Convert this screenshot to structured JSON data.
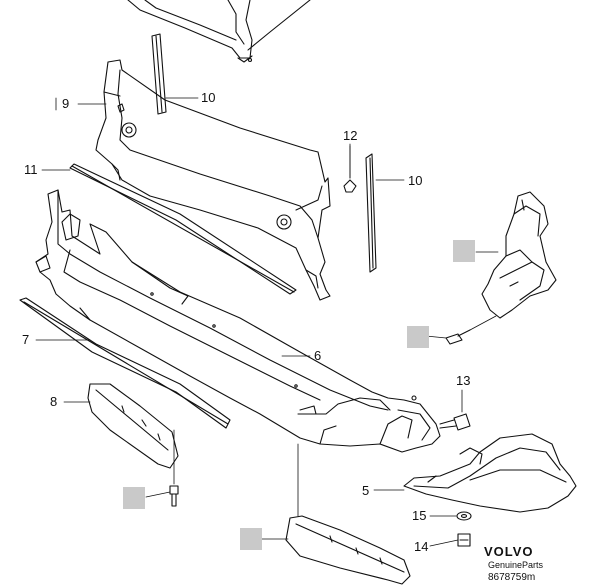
{
  "callouts": {
    "part_9": "9",
    "part_10_top": "10",
    "part_10_right": "10",
    "part_11": "11",
    "part_12": "12",
    "part_7": "7",
    "part_6": "6",
    "part_8": "8",
    "part_13": "13",
    "part_5": "5",
    "part_15": "15",
    "part_14": "14"
  },
  "brand": {
    "name": "VOLVO",
    "tagline": "GenuineParts",
    "reference": "8678759m"
  },
  "colors": {
    "line": "#111111",
    "marker_fill": "#c9c9c9",
    "background": "#ffffff"
  }
}
